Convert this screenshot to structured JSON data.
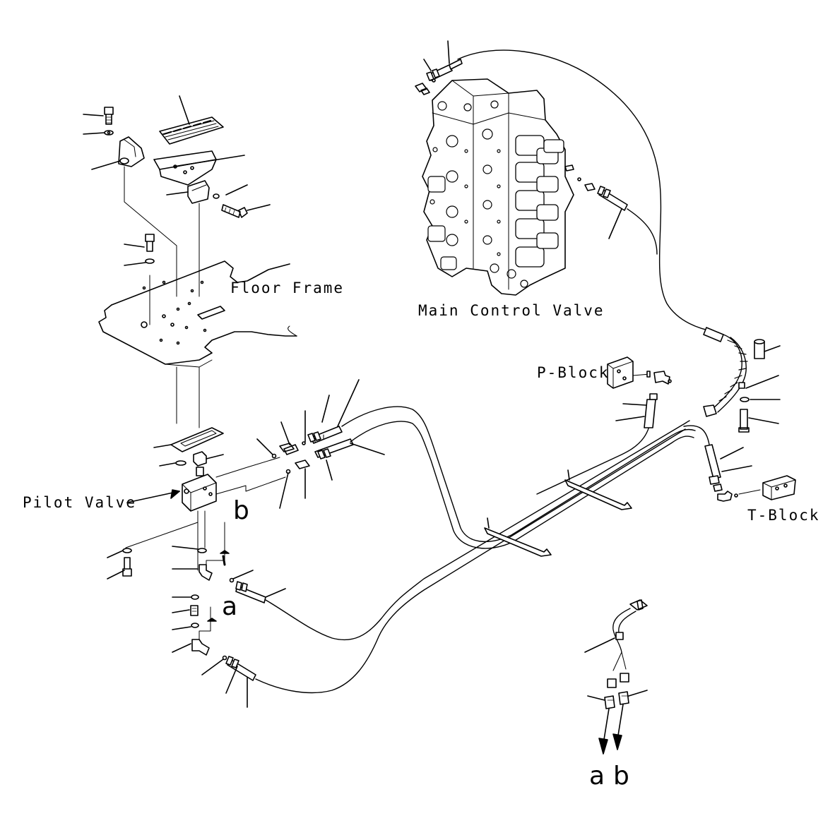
{
  "labels": {
    "floor_frame": "Floor Frame",
    "main_control_valve": "Main Control Valve",
    "p_block": "P-Block",
    "t_block": "T-Block",
    "pilot_valve": "Pilot Valve"
  },
  "markers": {
    "b_upper": "b",
    "a_middle": "a",
    "a_bottom": "a",
    "b_bottom": "b"
  },
  "colors": {
    "line": "#000000",
    "background": "#ffffff"
  }
}
